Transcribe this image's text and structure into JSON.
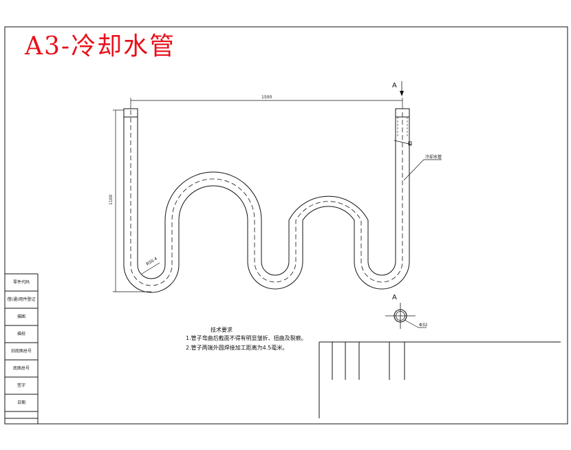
{
  "title": "A3-冷却水管",
  "dimensions": {
    "width_label": "1500",
    "height_label": "1100",
    "bend_radius_label": "R50.4"
  },
  "section": {
    "top_label": "A",
    "bottom_label": "A",
    "pipe_label": "Φ32"
  },
  "callout": {
    "pipe_label": "冷却水管"
  },
  "tech_notes": {
    "heading": "技术要求",
    "items": [
      "1.管子弯曲后截面不得有明显皱折、扭曲及裂痕。",
      "2.管子两端外圆焊接加工距离为4.5毫米。"
    ]
  },
  "side_table": [
    "零件代码",
    "借(通)用件登记",
    "描图",
    "描校",
    "旧底图总号",
    "底图总号",
    "签字",
    "日期"
  ],
  "colors": {
    "title": "#e8101a",
    "line": "#111111"
  }
}
